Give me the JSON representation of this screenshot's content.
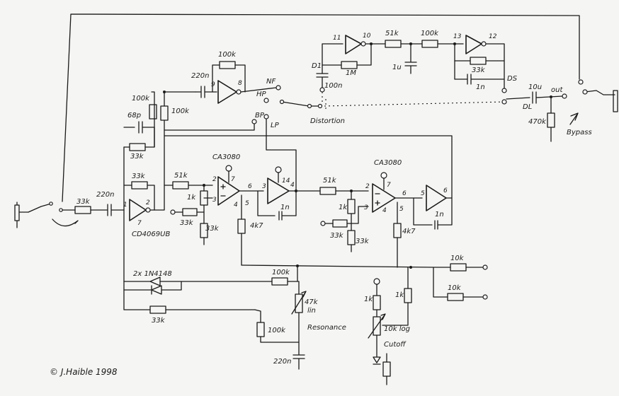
{
  "labels": {
    "r_33k_in": "33k",
    "c_220n_in": "220n",
    "ic_cd4069": "CD4069UB",
    "r_33k_fb": "33k",
    "r_51k_a": "51k",
    "r_1k_a": "1k",
    "r_33k_a": "33k",
    "r_33k_b": "33k",
    "ca3080_a": "CA3080",
    "ca3080_b": "CA3080",
    "r_47_a": "4k7",
    "c_1n_a": "1n",
    "r_51k_b": "51k",
    "r_1k_b": "1k",
    "r_33k_c": "33k",
    "r_33k_d": "33k",
    "r_47_b": "4k7",
    "c_1n_b": "1n",
    "c_68p": "68p",
    "r_33k_top": "33k",
    "r_100k_hp": "100k",
    "r_100k_hp2": "100k",
    "c_220n_nf": "220n",
    "r_100k_nf": "100k",
    "nf": "NF",
    "hp": "HP",
    "bp": "BP",
    "lp": "LP",
    "distortion": "Distortion",
    "d1": "D1",
    "c_100n_d": "100n",
    "r_1m": "1M",
    "r_51k_d": "51k",
    "r_100k_d": "100k",
    "c_1u_d": "1u",
    "r_33k_d2": "33k",
    "c_1n_d": "1n",
    "ds": "DS",
    "c_10u_out": "10u",
    "out": "out",
    "dl": "DL",
    "r_470k": "470k",
    "bypass": "Bypass",
    "diodes": "2x 1N4148",
    "r_100k_res": "100k",
    "r_33k_res": "33k",
    "pot_47k": "47k",
    "lin": "lin",
    "resonance": "Resonance",
    "r_100k_res2": "100k",
    "c_220n_res": "220n",
    "r_1k_cut": "1k",
    "r_1k_cut2": "1k",
    "pot_10k": "10k log",
    "cutoff": "Cutoff",
    "r_10k_a": "10k",
    "r_10k_b": "10k",
    "pin_1": "1",
    "pin_2": "2",
    "pin_7": "7",
    "pin_a2": "2",
    "pin_a3": "3",
    "pin_a4": "4",
    "pin_a5": "5",
    "pin_a6": "6",
    "pin_a7": "7",
    "pin_b3": "3",
    "pin_b4": "4",
    "pin_b14": "14",
    "pin_c2": "2",
    "pin_c3": "3",
    "pin_c4": "4",
    "pin_c5": "5",
    "pin_c6": "6",
    "pin_c7": "7",
    "pin_d5": "5",
    "pin_d6": "6",
    "pin_9": "9",
    "pin_8": "8",
    "pin_11": "11",
    "pin_10": "10",
    "pin_13": "13",
    "pin_12": "12",
    "copyright": "© J.Haible 1998"
  }
}
